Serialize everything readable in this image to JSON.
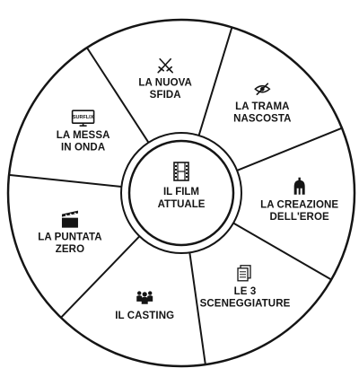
{
  "diagram": {
    "center": {
      "lines": [
        "IL FILM",
        "ATTUALE"
      ],
      "icon": "film-strip-icon"
    },
    "segments": [
      {
        "id": "la-nuova-sfida",
        "lines": [
          "LA NUOVA",
          "SFIDA"
        ],
        "icon": "crossed-swords-icon"
      },
      {
        "id": "la-trama-nascosta",
        "lines": [
          "LA TRAMA",
          "NASCOSTA"
        ],
        "icon": "eye-slash-icon"
      },
      {
        "id": "la-creazione-dell-eroe",
        "lines": [
          "LA CREAZIONE",
          "DELL'EROE"
        ],
        "icon": "spartan-helmet-icon"
      },
      {
        "id": "le-3-sceneggiature",
        "lines": [
          "LE 3",
          "SCENEGGIATURE"
        ],
        "icon": "documents-icon"
      },
      {
        "id": "il-casting",
        "lines": [
          "IL CASTING"
        ],
        "icon": "people-group-icon"
      },
      {
        "id": "la-puntata-zero",
        "lines": [
          "LA PUNTATA",
          "ZERO"
        ],
        "icon": "clapperboard-icon"
      },
      {
        "id": "la-messa-in-onda",
        "lines": [
          "LA MESSA",
          "IN ONDA"
        ],
        "icon": "tv-monitor-icon",
        "logo_text": "SURFLIX"
      }
    ],
    "colors": {
      "line": "#151515",
      "fill": "#ffffff"
    }
  }
}
